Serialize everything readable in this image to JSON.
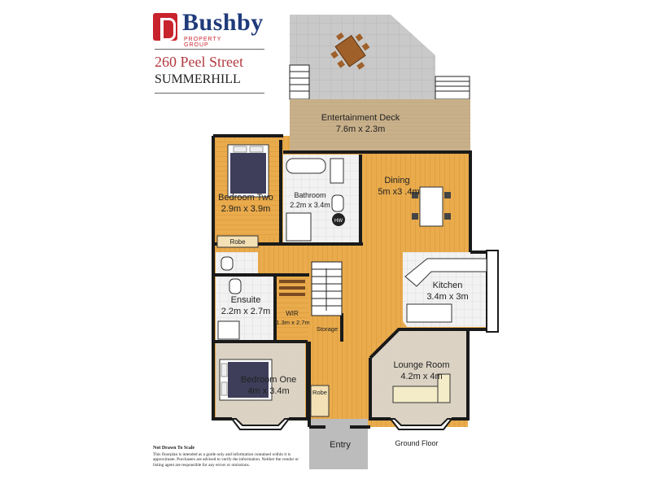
{
  "brand": {
    "name": "Bushby",
    "sub": "PROPERTY GROUP"
  },
  "address": {
    "street": "260 Peel Street",
    "suburb": "SUMMERHILL"
  },
  "disclaimer": {
    "title": "Not Drawn To Scale",
    "body": "This floorplan is intended as a guide only and information contained within it is approximate. Purchasers are advised to verify the information. Neither the vendor or listing agent are responsible for any errors or omissions."
  },
  "plan_label": "Ground Floor",
  "rooms": {
    "deck": {
      "name": "Entertainment Deck",
      "dims": "7.6m x 2.3m"
    },
    "bed2": {
      "name": "Bedroom Two",
      "dims": "2.9m x 3.9m"
    },
    "bath": {
      "name": "Bathroom",
      "dims": "2.2m x 3.4m"
    },
    "dining": {
      "name": "Dining",
      "dims": "5m x3 .4m"
    },
    "kitchen": {
      "name": "Kitchen",
      "dims": "3.4m x 3m"
    },
    "ensuite": {
      "name": "Ensuite",
      "dims": "2.2m x 2.7m"
    },
    "wir": {
      "name": "WIR",
      "dims": "1.3m x 2.7m"
    },
    "lounge": {
      "name": "Lounge Room",
      "dims": "4.2m x 4m"
    },
    "bed1": {
      "name": "Bedroom One",
      "dims": "4m x 3.4m"
    }
  },
  "labels": {
    "robe": "Robe",
    "storage": "Storage",
    "hw": "HW",
    "entry": "Entry"
  },
  "colors": {
    "wood": "#e8a94a",
    "carpet": "#d9d0c0",
    "tile": "#eaeaea",
    "deck": "#c9b491",
    "paving": "#c6c6c6",
    "wall": "#1a1a1a",
    "brand_blue": "#1f3b7a",
    "brand_red": "#c8242d"
  }
}
